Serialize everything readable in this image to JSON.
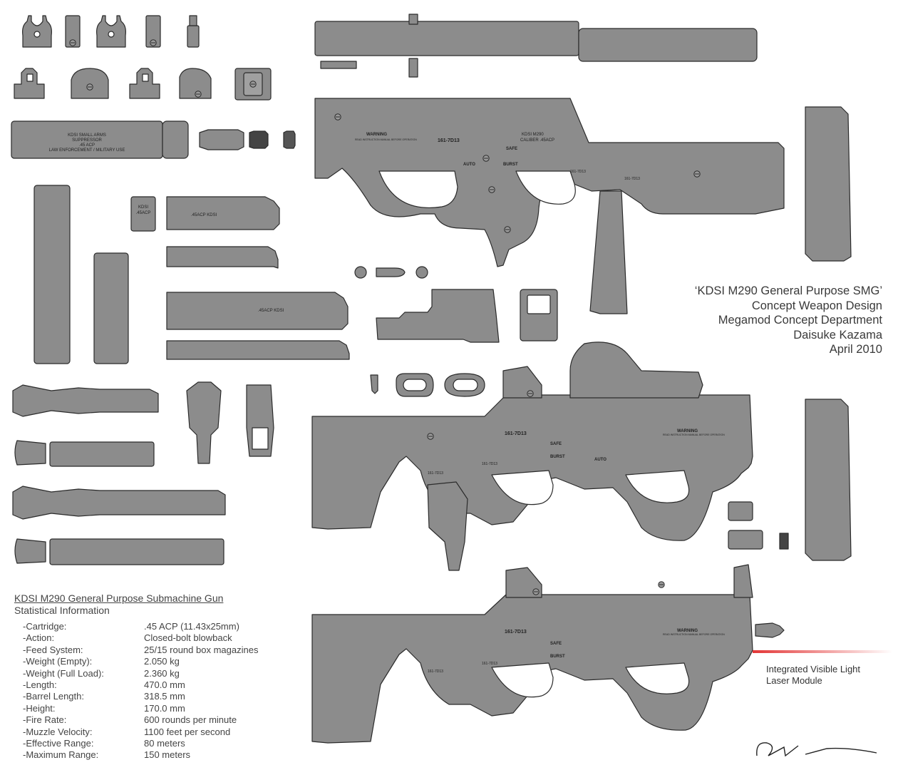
{
  "title_block": [
    "‘KDSI M290 General Purpose SMG’",
    "Concept Weapon Design",
    "Megamod Concept Department",
    "Daisuke Kazama",
    "April 2010"
  ],
  "stats": {
    "heading": "KDSI M290 General Purpose Submachine Gun",
    "subheading": "Statistical Information",
    "rows": [
      {
        "label": "-Cartridge:",
        "value": ".45 ACP (11.43x25mm)"
      },
      {
        "label": "-Action:",
        "value": "Closed-bolt blowback"
      },
      {
        "label": "-Feed System:",
        "value": "25/15 round box magazines"
      },
      {
        "label": "-Weight (Empty):",
        "value": "2.050 kg"
      },
      {
        "label": "-Weight (Full Load):",
        "value": "2.360 kg"
      },
      {
        "label": "-Length:",
        "value": "470.0 mm"
      },
      {
        "label": "-Barrel Length:",
        "value": "318.5 mm"
      },
      {
        "label": "-Height:",
        "value": "170.0 mm"
      },
      {
        "label": "-Fire Rate:",
        "value": "600 rounds per minute"
      },
      {
        "label": "-Muzzle Velocity:",
        "value": "1100 feet per second"
      },
      {
        "label": "-Effective Range:",
        "value": "80 meters"
      },
      {
        "label": "-Maximum Range:",
        "value": "150 meters"
      }
    ]
  },
  "laser_note": [
    "Integrated Visible Light",
    "Laser Module"
  ],
  "markings": {
    "suppressor_line1": "KDSI SMALL ARMS",
    "suppressor_line2": "SUPPRESSOR",
    "suppressor_line3": ".45 ACP",
    "suppressor_line4": "LAW ENFORCEMENT / MILITARY USE",
    "serial": "161-7D13",
    "warning": "WARNING",
    "warning_sub": "READ INSTRUCTION MANUAL BEFORE OPERATION",
    "model": "KDSI M290",
    "caliber": "CALIBER .45ACP",
    "safe": "SAFE",
    "auto": "AUTO",
    "burst": "BURST",
    "mag_short": ".45ACP KDSI",
    "mag_long": ".45ACP KDSI",
    "mag_base": "KDSI",
    "mag_base2": ".45ACP"
  },
  "colors": {
    "body": "#8c8c8c",
    "body_light": "#979797",
    "outline": "#2b2b2b",
    "laser": "#e02020"
  }
}
